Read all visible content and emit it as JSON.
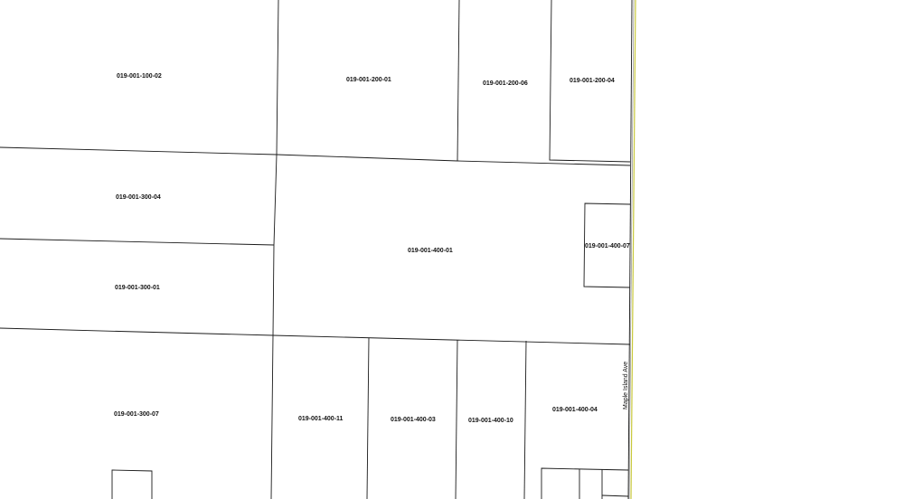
{
  "map": {
    "parcels": [
      "019-001-100-02",
      "019-001-200-01",
      "019-001-200-06",
      "019-001-200-04",
      "019-001-300-04",
      "019-001-400-01",
      "019-001-400-07",
      "019-001-300-01",
      "019-001-300-07",
      "019-001-400-11",
      "019-001-400-03",
      "019-001-400-10",
      "019-001-400-04"
    ],
    "street_label": "Maple Island Ave",
    "colors": {
      "background": "#ffffff",
      "parcel_line": "#1a1a1a",
      "road_edge": "#c8c83a"
    }
  }
}
